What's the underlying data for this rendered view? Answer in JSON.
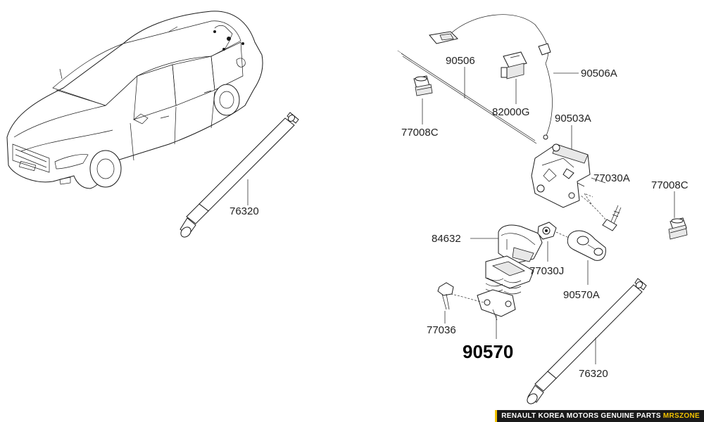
{
  "diagram": {
    "labels": {
      "strut_left": "76320",
      "cable_rod": "90506",
      "cable": "90506A",
      "switch": "82000G",
      "bumper_top": "77008C",
      "latch_assembly": "90503A",
      "screw_latch": "77030A",
      "bumper_right": "77008C",
      "cover": "84632",
      "bolt_small": "77030J",
      "striker": "90570A",
      "main_part": "90570",
      "bolt_bottom": "77036",
      "strut_right": "76320"
    }
  },
  "footer": {
    "text": "RENAULT KOREA MOTORS GENUINE PARTS",
    "brand": "MRSZONE"
  },
  "colors": {
    "footer_bg": "#1a1a1a",
    "brand_accent": "#f2c200"
  }
}
